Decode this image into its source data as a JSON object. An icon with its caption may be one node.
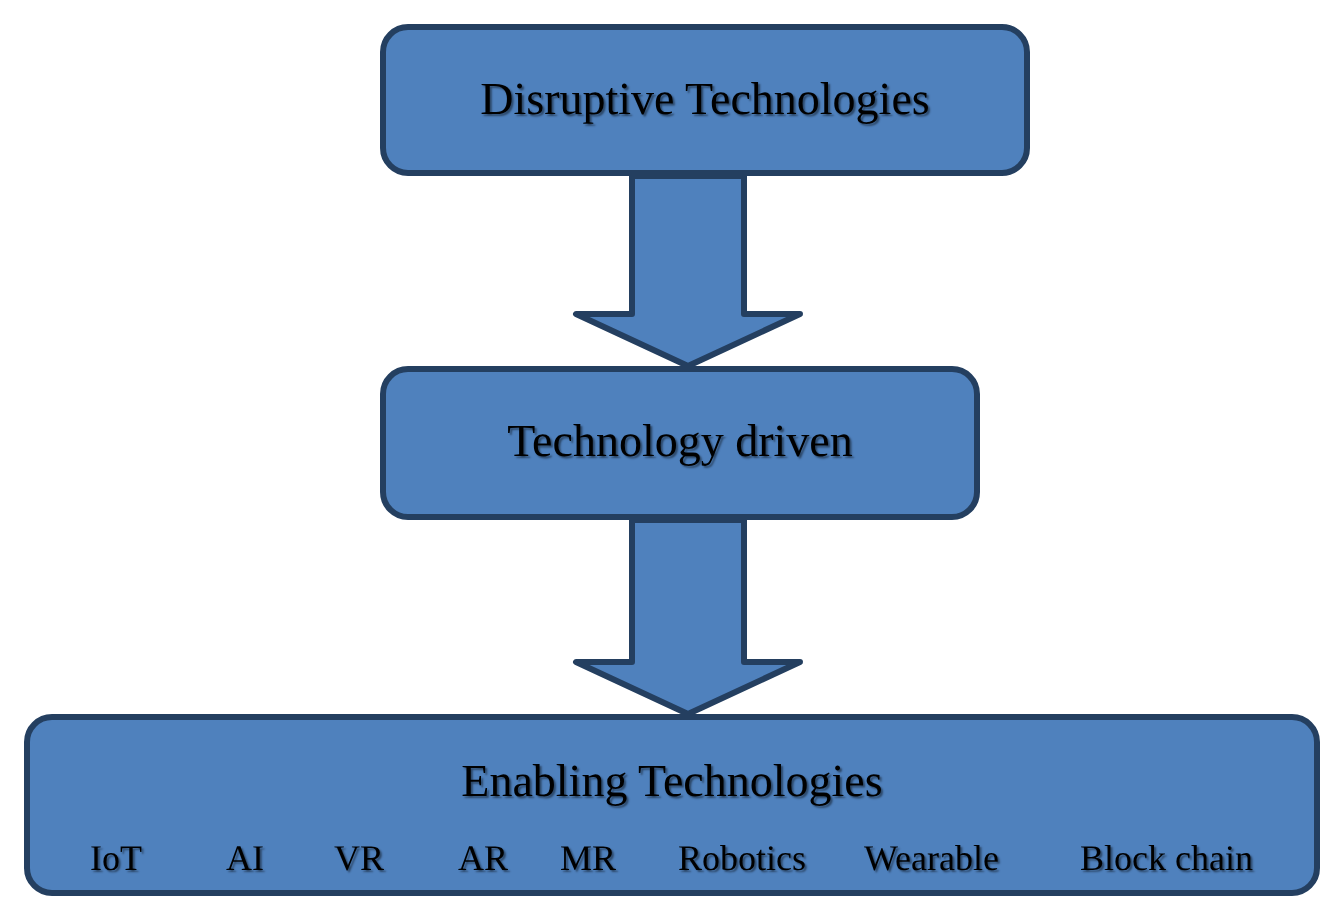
{
  "diagram": {
    "nodes": [
      {
        "text": [
          "Disruptive Technologies"
        ]
      },
      {
        "text": [
          "Technology driven"
        ]
      },
      {
        "text": [
          "Enabling Technologies",
          "IoT",
          "AI",
          "VR",
          "AR",
          "MR",
          "Robotics",
          "Wearable",
          "Block chain"
        ]
      }
    ],
    "edges": [
      {
        "from": 0,
        "to": 1,
        "arrow": "to"
      },
      {
        "from": 1,
        "to": 2,
        "arrow": "to"
      }
    ]
  }
}
